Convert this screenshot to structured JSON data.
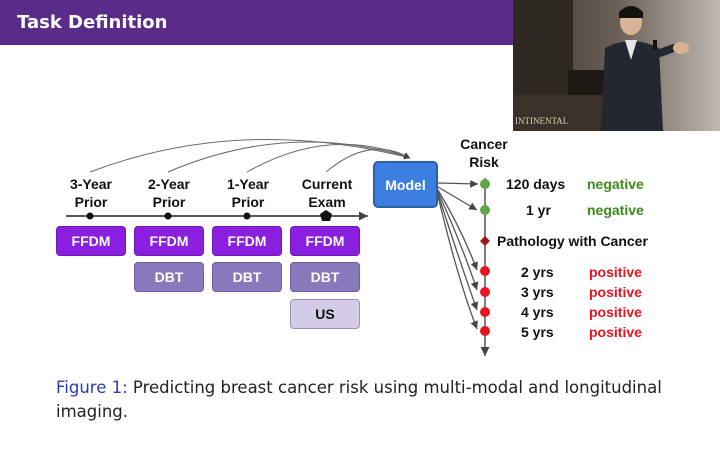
{
  "header": {
    "title": "Task Definition",
    "bar_color": "#5b2b8a"
  },
  "timeline": {
    "points": [
      {
        "label": "3-Year\nPrior",
        "modalities": [
          "FFDM"
        ]
      },
      {
        "label": "2-Year\nPrior",
        "modalities": [
          "FFDM",
          "DBT"
        ]
      },
      {
        "label": "1-Year\nPrior",
        "modalities": [
          "FFDM",
          "DBT"
        ]
      },
      {
        "label": "Current\nExam",
        "modalities": [
          "FFDM",
          "DBT",
          "US"
        ]
      }
    ]
  },
  "model": {
    "label": "Model",
    "color": "#3d7fe0"
  },
  "risk": {
    "header": "Cancer\nRisk",
    "negative": [
      {
        "time": "120 days",
        "outcome": "negative"
      },
      {
        "time": "1 yr",
        "outcome": "negative"
      }
    ],
    "pathology": "Pathology with Cancer",
    "positive": [
      {
        "time": "2 yrs",
        "outcome": "positive"
      },
      {
        "time": "3 yrs",
        "outcome": "positive"
      },
      {
        "time": "4 yrs",
        "outcome": "positive"
      },
      {
        "time": "5 yrs",
        "outcome": "positive"
      }
    ],
    "colors": {
      "negative": "#3c8a1e",
      "positive": "#e8141e"
    }
  },
  "caption": {
    "prefix": "Figure 1:",
    "text": " Predicting breast cancer risk using multi-modal and longitudinal imaging."
  },
  "video": {
    "icon": "presenter-video"
  }
}
